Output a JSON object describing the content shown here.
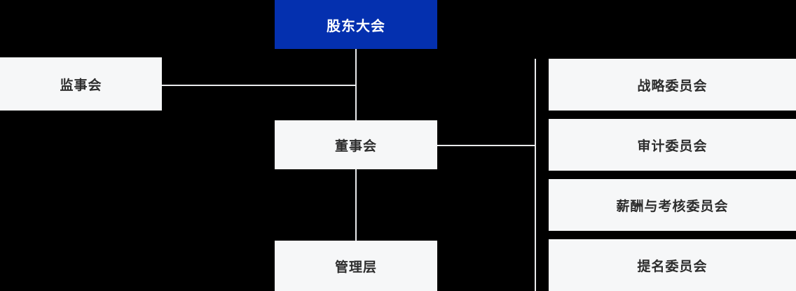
{
  "colors": {
    "background": "#000000",
    "primary_node_bg": "#0430af",
    "primary_node_text": "#ffffff",
    "node_bg": "#f6f7f8",
    "node_text": "#2d2d2d",
    "connector": "#e9eaec"
  },
  "org": {
    "root": {
      "label": "股东大会"
    },
    "supervisory": {
      "label": "监事会"
    },
    "board": {
      "label": "董事会"
    },
    "management": {
      "label": "管理层"
    },
    "committees": [
      {
        "label": "战略委员会"
      },
      {
        "label": "审计委员会"
      },
      {
        "label": "薪酬与考核委员会"
      },
      {
        "label": "提名委员会"
      }
    ]
  }
}
